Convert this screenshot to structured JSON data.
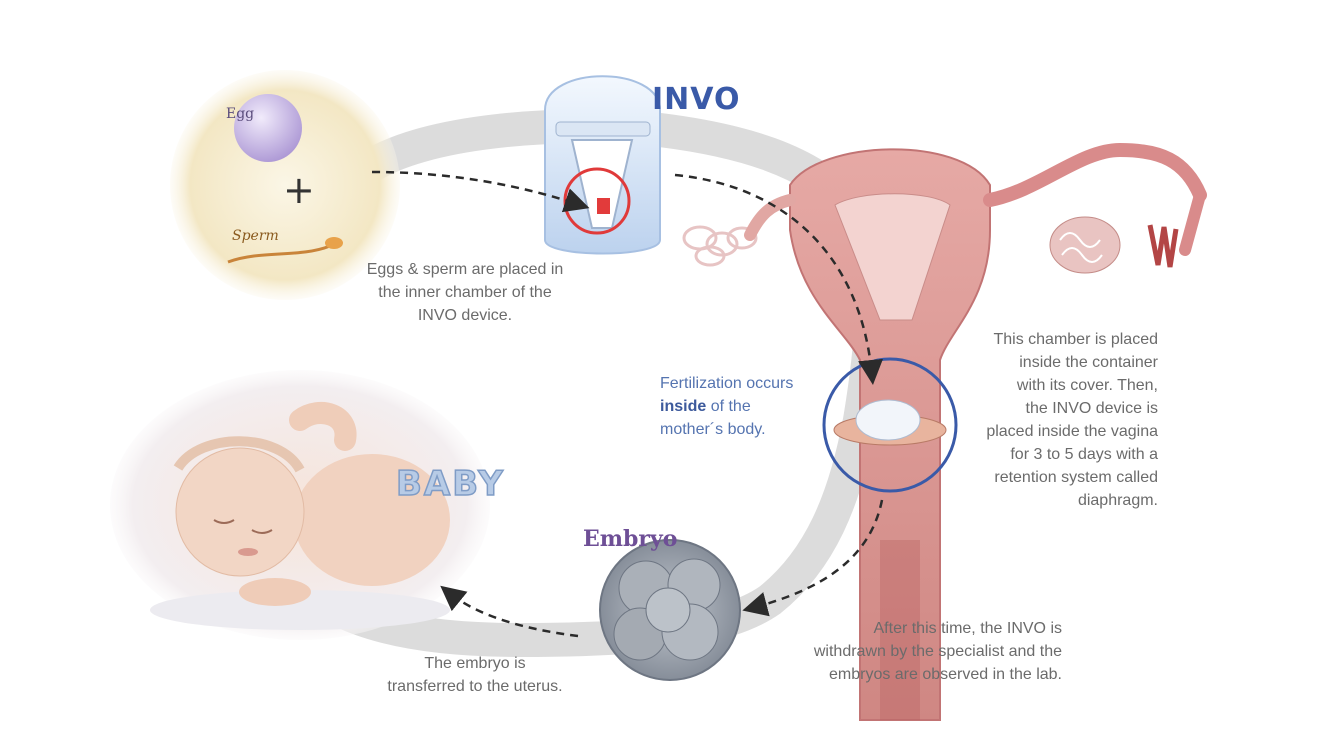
{
  "labels": {
    "egg": "Egg",
    "sperm": "Sperm",
    "plus": "+",
    "invo": "INVO",
    "baby": "BABY",
    "embryo": "Embryo"
  },
  "captions": {
    "step1": [
      "Eggs & sperm are placed in",
      "the inner chamber of the",
      "INVO device."
    ],
    "step2": [
      "This chamber is placed",
      "inside the container",
      "with its cover. Then,",
      "the INVO device is",
      "placed inside the vagina",
      "for 3 to 5 days with a",
      "retention system called",
      "diaphragm."
    ],
    "fertilization": {
      "before": "Fertilization occurs",
      "emph": "inside",
      "after": "of the",
      "line3": "mother´s body."
    },
    "step3": [
      "After this time, the INVO is",
      "withdrawn by the specialist and the",
      "embryos are observed in the lab."
    ],
    "step4": [
      "The embryo is",
      "transferred to the uterus."
    ]
  },
  "colors": {
    "loop": "#d9d9d9",
    "uterus": "#d98b8b",
    "uterus_dark": "#b85f5f",
    "highlight_red": "#e03a3a",
    "highlight_blue": "#3a5aa8",
    "egg_cell": "#c9b8e6",
    "sperm_bg": "#f5ecd2",
    "device_blue": "#cfe0f5",
    "embryo_gray": "#9aa2ad"
  },
  "icons": [
    "egg-cell-icon",
    "sperm-icon",
    "invo-device-icon",
    "uterus-icon",
    "embryo-icon",
    "baby-icon",
    "arrow-icon"
  ]
}
